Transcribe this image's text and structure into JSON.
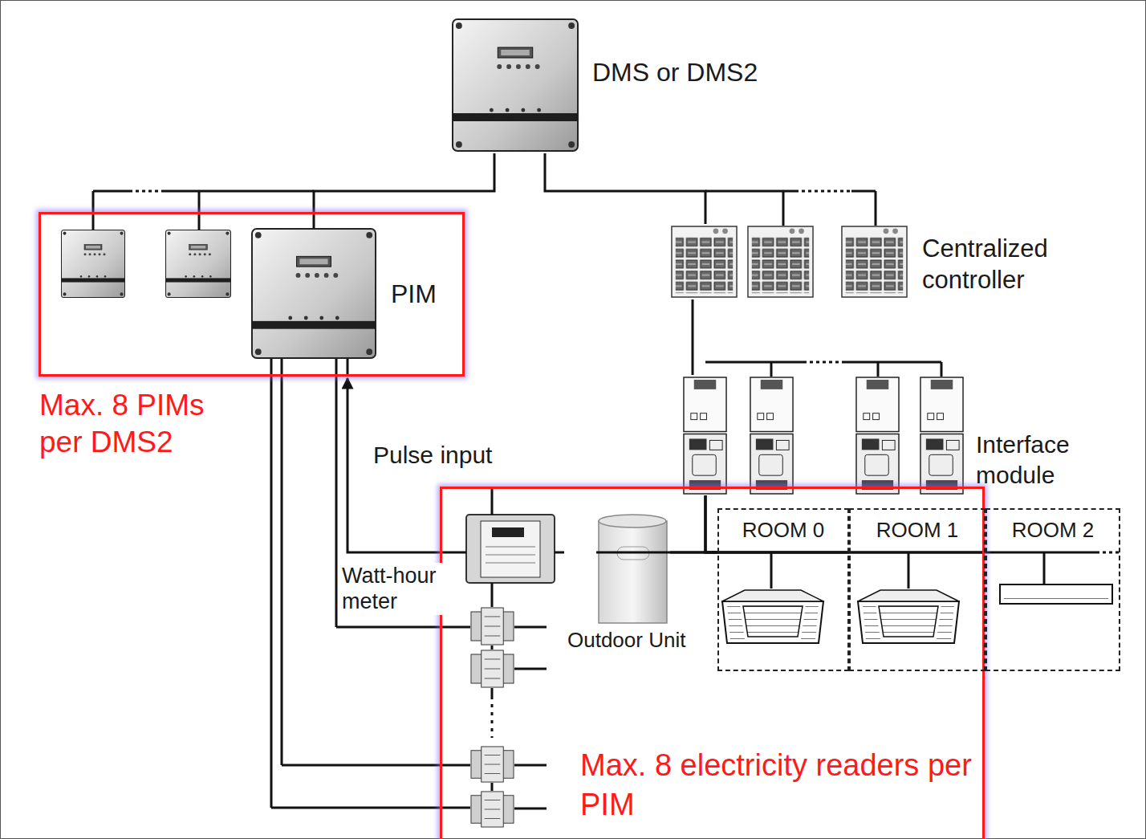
{
  "diagram": {
    "nodes": [
      {
        "text": [
          "DMS or DMS2"
        ]
      },
      {
        "text": [
          "PIM",
          "Max. 8 PIMs per DMS2"
        ]
      },
      {
        "text": [
          "Max. 8 electricity readers per PIM"
        ]
      },
      {
        "text": [
          "Centralized controller"
        ]
      },
      {
        "text": [
          "Interface module"
        ]
      },
      {
        "text": [
          "Outdoor Unit"
        ]
      },
      {
        "text": [
          "ROOM 0"
        ]
      },
      {
        "text": [
          "ROOM 1"
        ]
      },
      {
        "text": [
          "ROOM 2"
        ]
      }
    ],
    "edges": [
      {
        "from": 0,
        "to": 1,
        "arrow": "none"
      },
      {
        "from": 0,
        "to": 3,
        "arrow": "none"
      },
      {
        "from": 2,
        "to": 1,
        "label": "Pulse input",
        "arrow": "to"
      },
      {
        "from": 3,
        "to": 4,
        "arrow": "none"
      },
      {
        "from": 4,
        "to": 6,
        "arrow": "none"
      },
      {
        "from": 4,
        "to": 7,
        "arrow": "none"
      },
      {
        "from": 4,
        "to": 8,
        "arrow": "none"
      },
      {
        "from": 2,
        "to": 5,
        "arrow": "none"
      },
      {
        "from": 5,
        "to": 6,
        "arrow": "none"
      }
    ],
    "labels": [
      "Watt-hour meter"
    ]
  }
}
